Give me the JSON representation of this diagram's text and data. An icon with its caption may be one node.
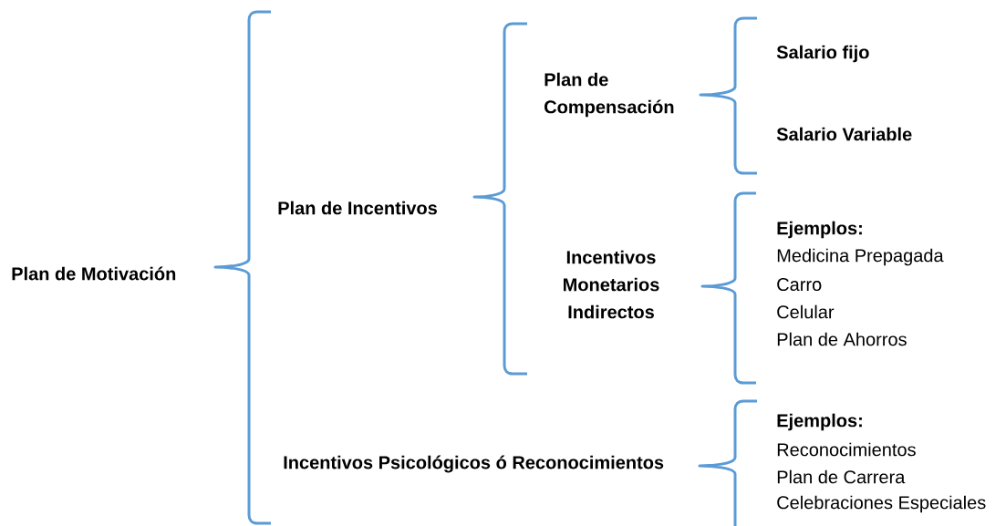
{
  "diagram": {
    "labels": [
      "Plan de Motivación",
      "Plan de Incentivos",
      "Plan de Compensación",
      "Salario fijo",
      "Salario Variable",
      "Incentivos Monetarios Indirectos",
      "Ejemplos:",
      "Medicina Prepagada",
      "Carro",
      "Celular",
      "Plan de Ahorros",
      "Incentivos Psicológicos ó Reconocimientos",
      "Ejemplos:",
      "Reconocimientos",
      "Plan de Carrera",
      "Celebraciones Especiales"
    ]
  }
}
